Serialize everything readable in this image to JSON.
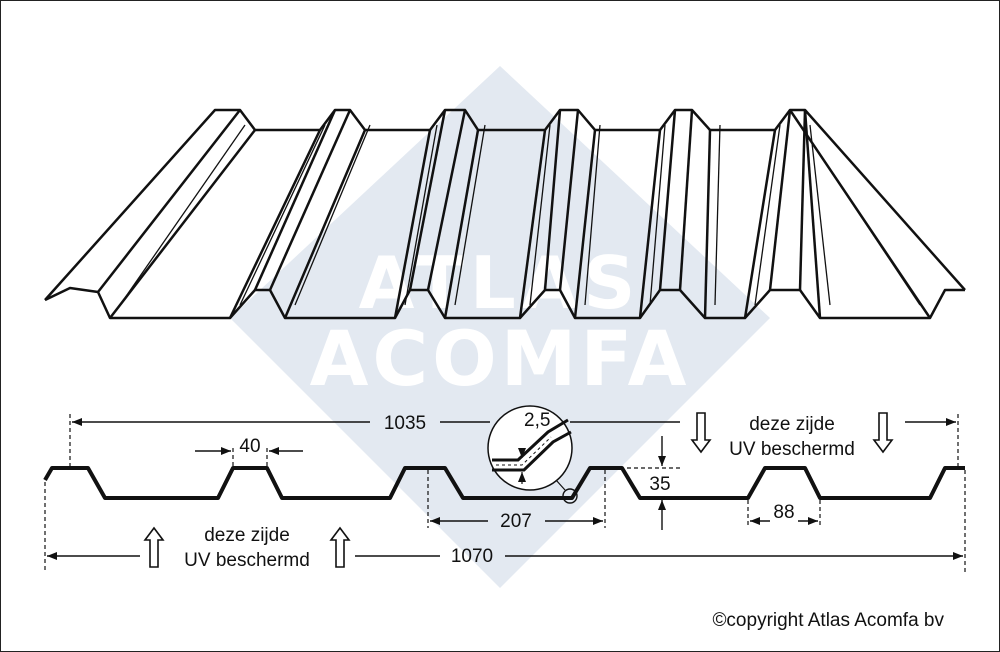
{
  "watermark": {
    "line1": "ATLAS",
    "line2": "ACOMFA",
    "diamond_color": "#e3e9f1",
    "text_color": "#ffffff"
  },
  "dimensions": {
    "width_total": "1035",
    "width_overall": "1070",
    "top_flange": "40",
    "bottom_flange": "88",
    "pitch": "207",
    "height": "35",
    "thickness": "2,5"
  },
  "notes": {
    "uv_top_line1": "deze zijde",
    "uv_top_line2": "UV beschermd",
    "uv_bottom_line1": "deze zijde",
    "uv_bottom_line2": "UV beschermd"
  },
  "copyright": "©copyright Atlas Acomfa bv",
  "colors": {
    "line": "#111111",
    "background": "#ffffff"
  }
}
